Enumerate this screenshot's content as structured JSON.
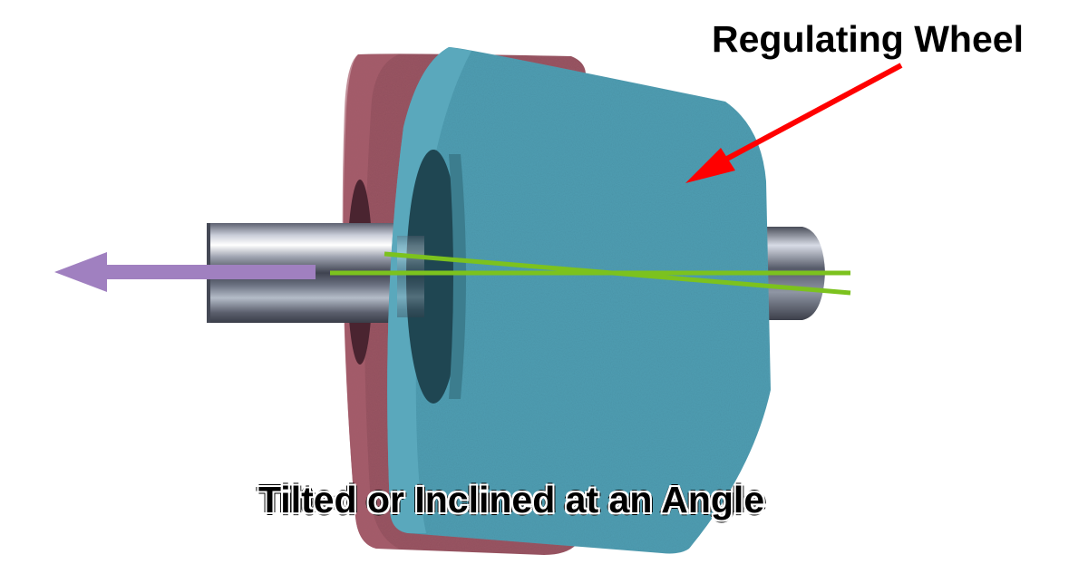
{
  "diagram": {
    "title": "Regulating Wheel",
    "caption": "Tilted or Inclined at an Angle",
    "components": [
      {
        "name": "grinding-wheel",
        "color": "#9a5563"
      },
      {
        "name": "regulating-wheel",
        "color": "#4f9db2"
      },
      {
        "name": "workpiece-shaft",
        "color": "#8a8f9c"
      },
      {
        "name": "feed-direction-arrow",
        "color": "#a080c0"
      },
      {
        "name": "axis-lines",
        "color": "#7cc21e"
      },
      {
        "name": "pointer-arrow",
        "color": "#ff0000"
      }
    ]
  }
}
